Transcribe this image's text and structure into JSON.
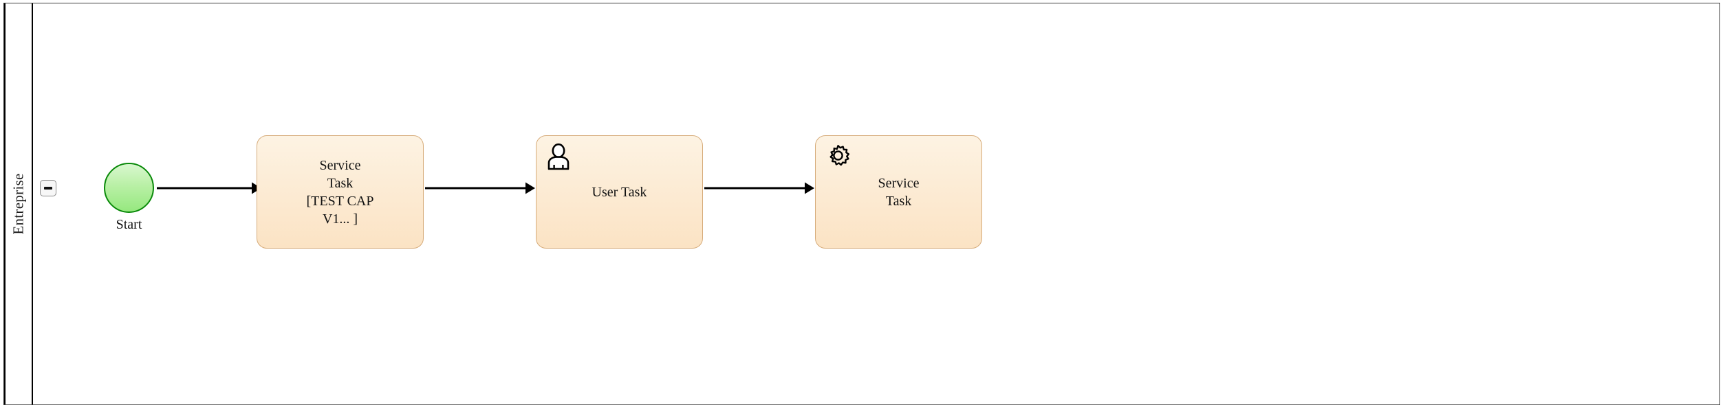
{
  "diagram": {
    "type": "bpmn-process",
    "pool": {
      "label": "Entreprise",
      "collapse_button": {
        "name": "collapse-toggle",
        "glyph": "minus-icon"
      }
    },
    "nodes": [
      {
        "id": "start",
        "kind": "start-event",
        "label": "Start",
        "icon": null,
        "color": "#96e87f",
        "border_color": "#0a8a0a"
      },
      {
        "id": "task-1",
        "kind": "task",
        "label": "Service\nTask\n[TEST CAP\nV1... ]",
        "icon": null,
        "color": "#fcead2",
        "border_color": "#d6ab79"
      },
      {
        "id": "task-2",
        "kind": "user-task",
        "label": "User Task",
        "icon": "user-icon",
        "color": "#fcead2",
        "border_color": "#d6ab79"
      },
      {
        "id": "task-3",
        "kind": "service-task",
        "label": "Service\nTask",
        "icon": "gear-icon",
        "color": "#fcead2",
        "border_color": "#d6ab79"
      }
    ],
    "connectors": [
      {
        "id": "flow-1",
        "from": "start",
        "to": "task-1",
        "kind": "sequence-flow"
      },
      {
        "id": "flow-2",
        "from": "task-1",
        "to": "task-2",
        "kind": "sequence-flow"
      },
      {
        "id": "flow-3",
        "from": "task-2",
        "to": "task-3",
        "kind": "sequence-flow"
      }
    ]
  }
}
